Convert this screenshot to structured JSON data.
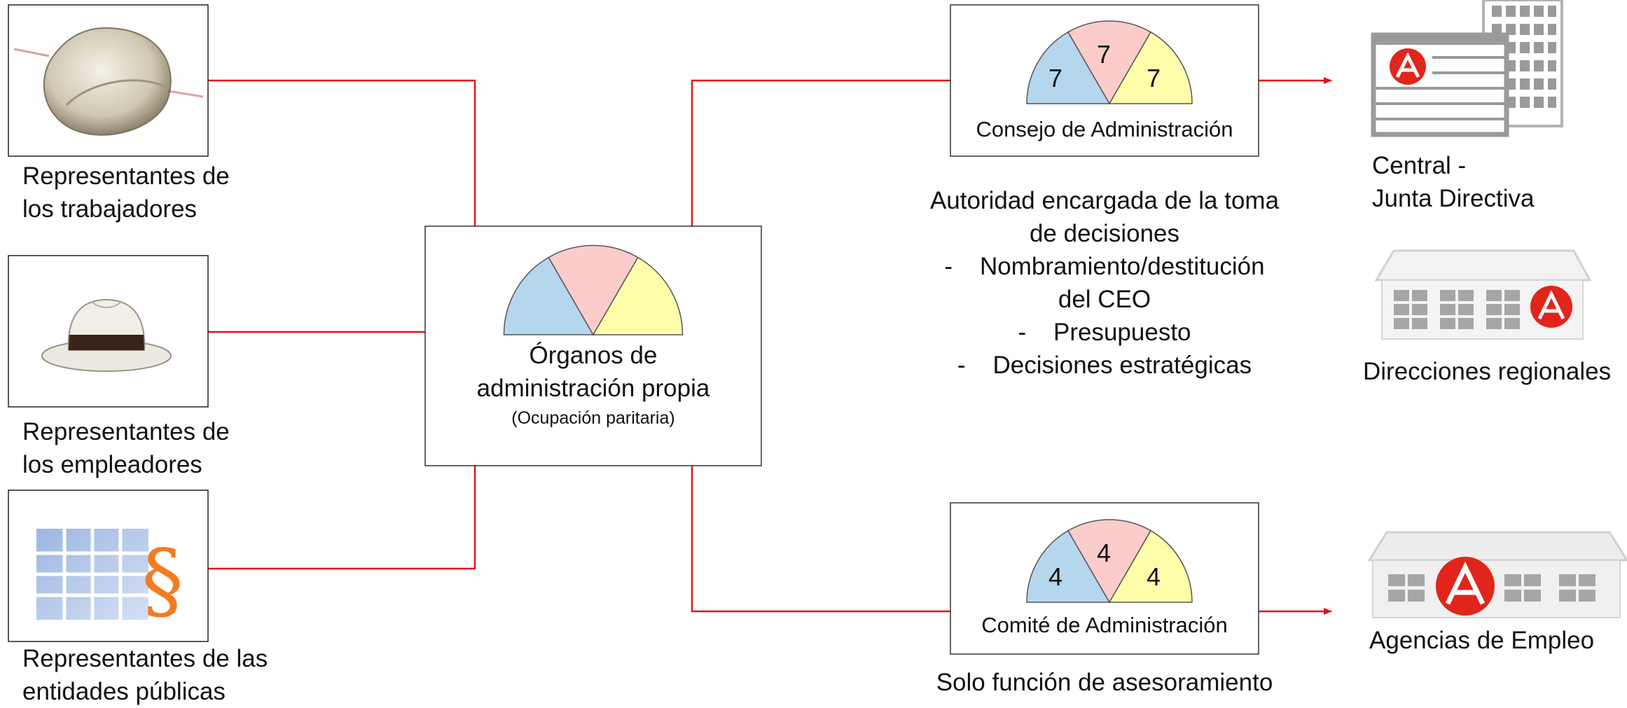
{
  "stakeholders": [
    {
      "name": "Representantes de los trabajadores",
      "line1": "Representantes de",
      "line2": "los trabajadores",
      "icon": "cap-icon"
    },
    {
      "name": "Representantes de los empleadores",
      "line1": "Representantes de",
      "line2": "los empleadores",
      "icon": "hat-icon"
    },
    {
      "name": "Representantes de las entidades públicas",
      "line1": "Representantes de las",
      "line2": "entidades públicas",
      "icon": "paragraph-building-icon"
    }
  ],
  "center": {
    "title_line1": "Órganos de",
    "title_line2": "administración propia",
    "subtitle": "(Ocupación paritaria)"
  },
  "board": {
    "title": "Consejo de Administración",
    "seats": [
      "7",
      "7",
      "7"
    ],
    "desc_line1": "Autoridad encargada de la toma",
    "desc_line2": "de decisiones",
    "item1_line1": "-    Nombramiento/destitución",
    "item1_line2": "del CEO",
    "item2": "-    Presupuesto",
    "item3": "-    Decisiones estratégicas"
  },
  "committee": {
    "title": "Comité de Administración",
    "seats": [
      "4",
      "4",
      "4"
    ],
    "desc": "Solo función de asesoramiento"
  },
  "offices": {
    "central_line1": "Central -",
    "central_line2": "Junta Directiva",
    "regional": "Direcciones regionales",
    "agencies": "Agencias de Empleo"
  },
  "colors": {
    "connector": "#e0151b",
    "segment_blue": "#b5d7ee",
    "segment_pink": "#fccccb",
    "segment_yellow": "#fefeaa",
    "logo_red": "#e1251b"
  }
}
